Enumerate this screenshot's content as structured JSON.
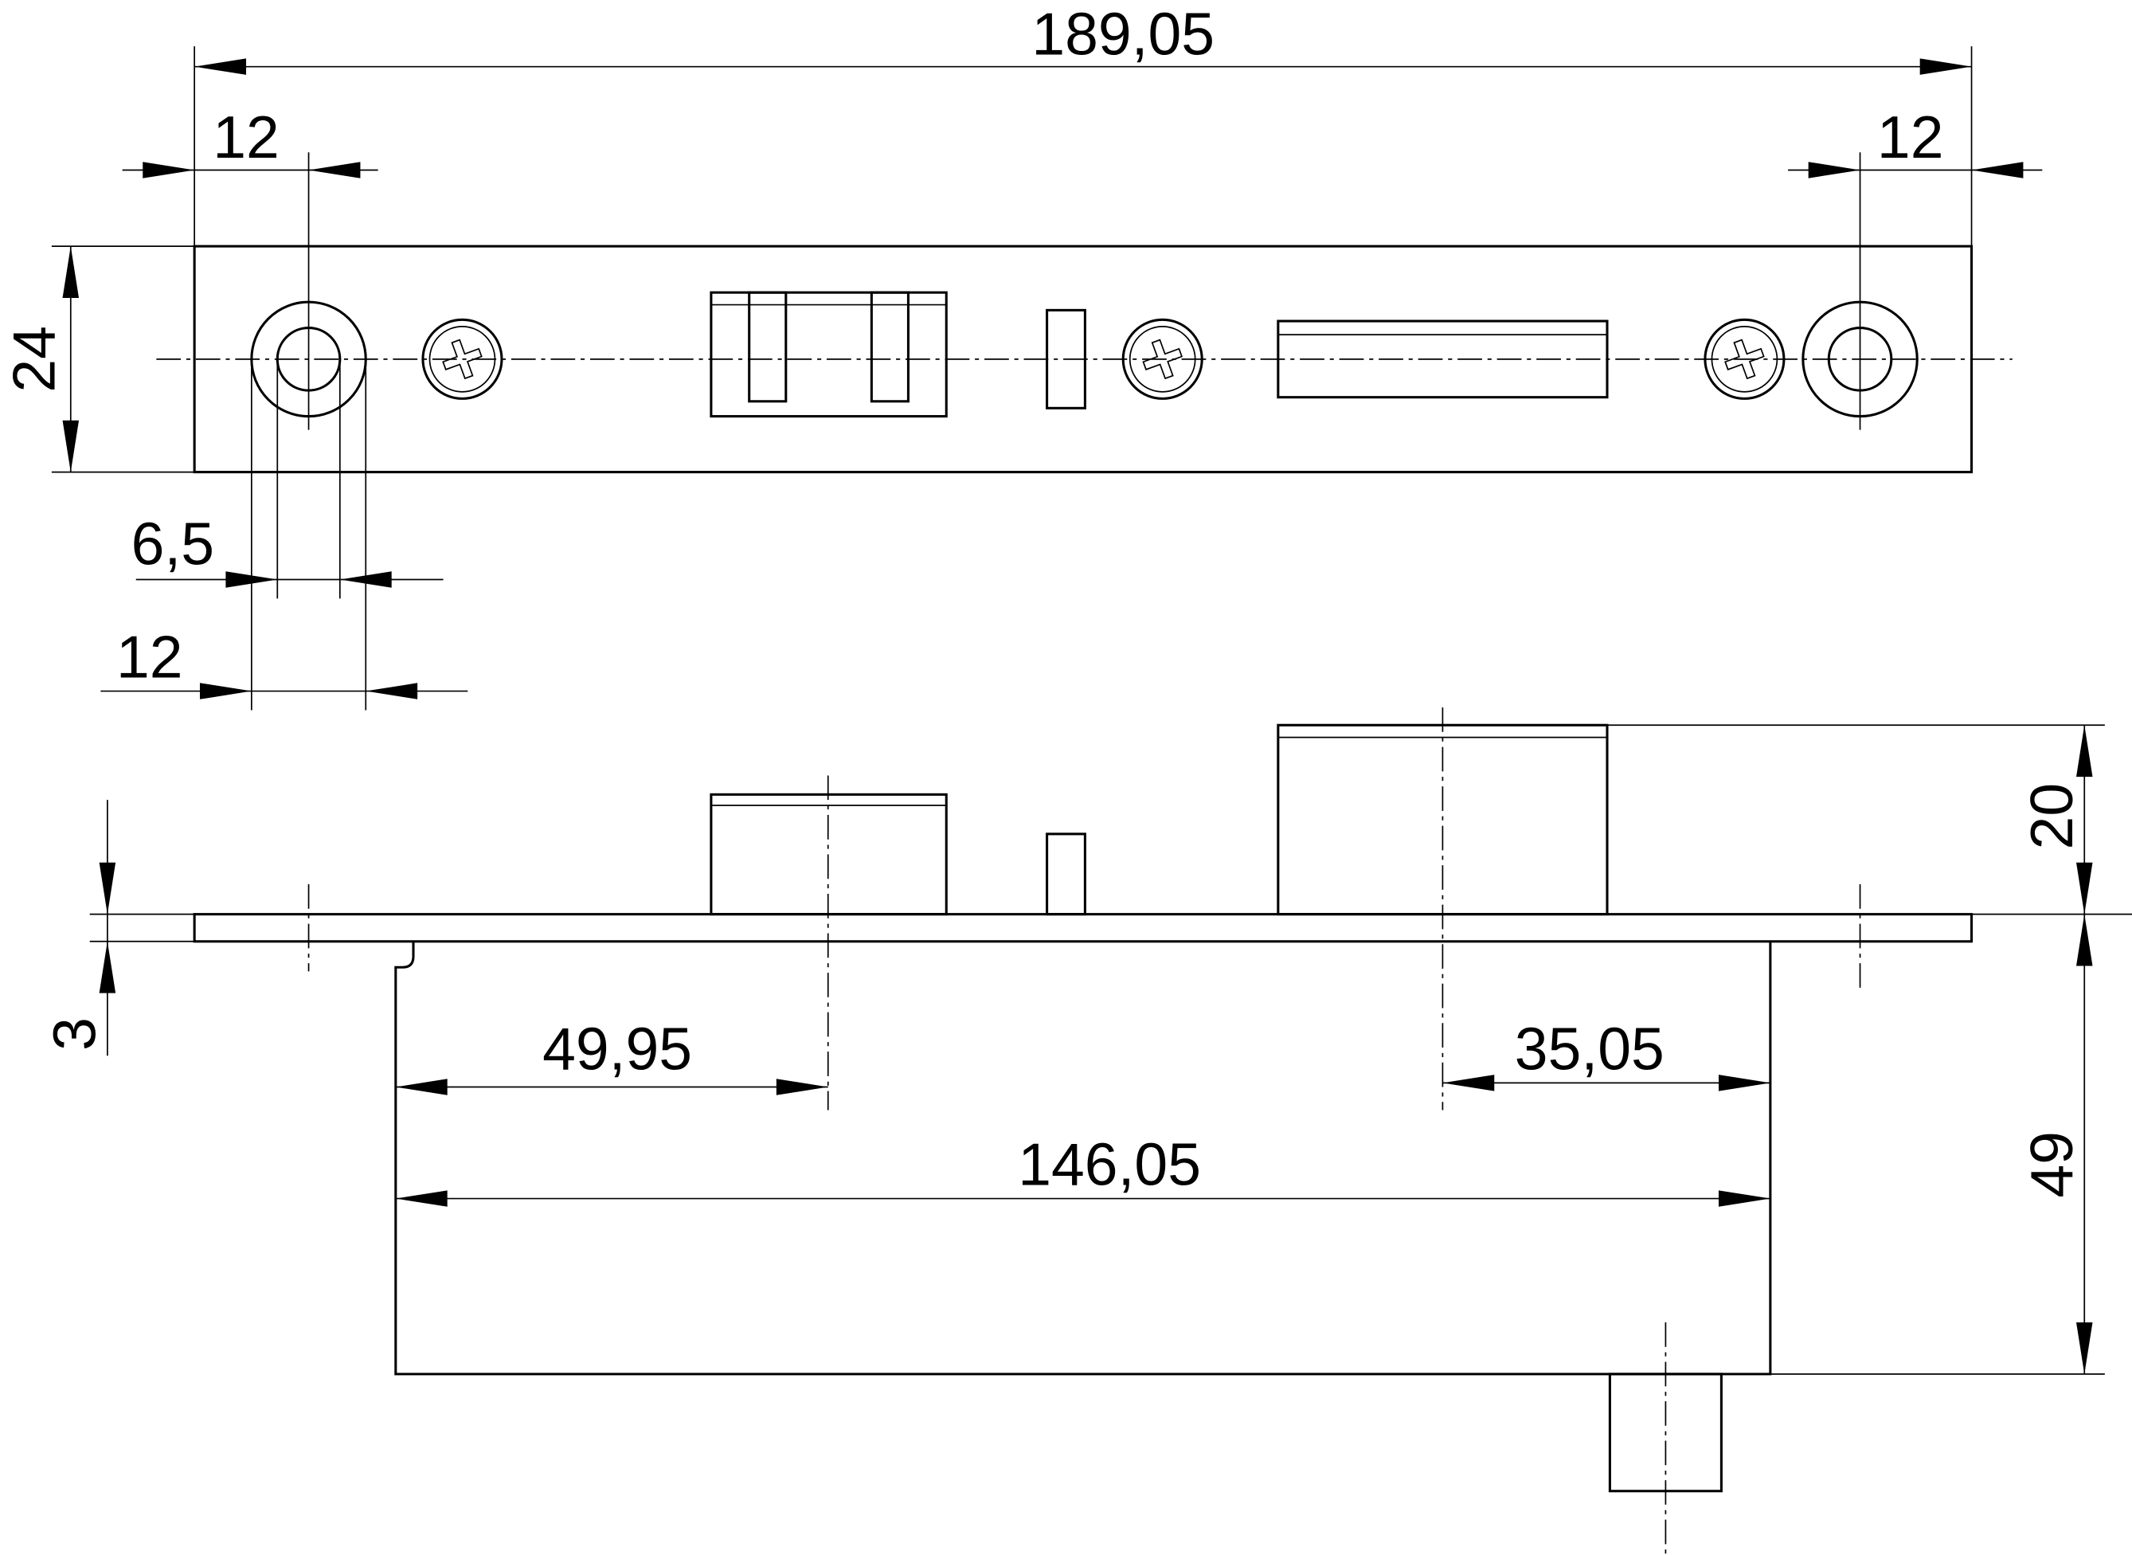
{
  "dimensions": {
    "overall_length": "189,05",
    "left_hole_offset": "12",
    "right_hole_offset": "12",
    "plate_height": "24",
    "hole_diameter": "6,5",
    "counterbore_diameter": "12",
    "bolt_projection": "20",
    "plate_thickness": "3",
    "latch_backset": "49,95",
    "bolt_backset": "35,05",
    "case_length": "146,05",
    "case_depth": "49"
  }
}
